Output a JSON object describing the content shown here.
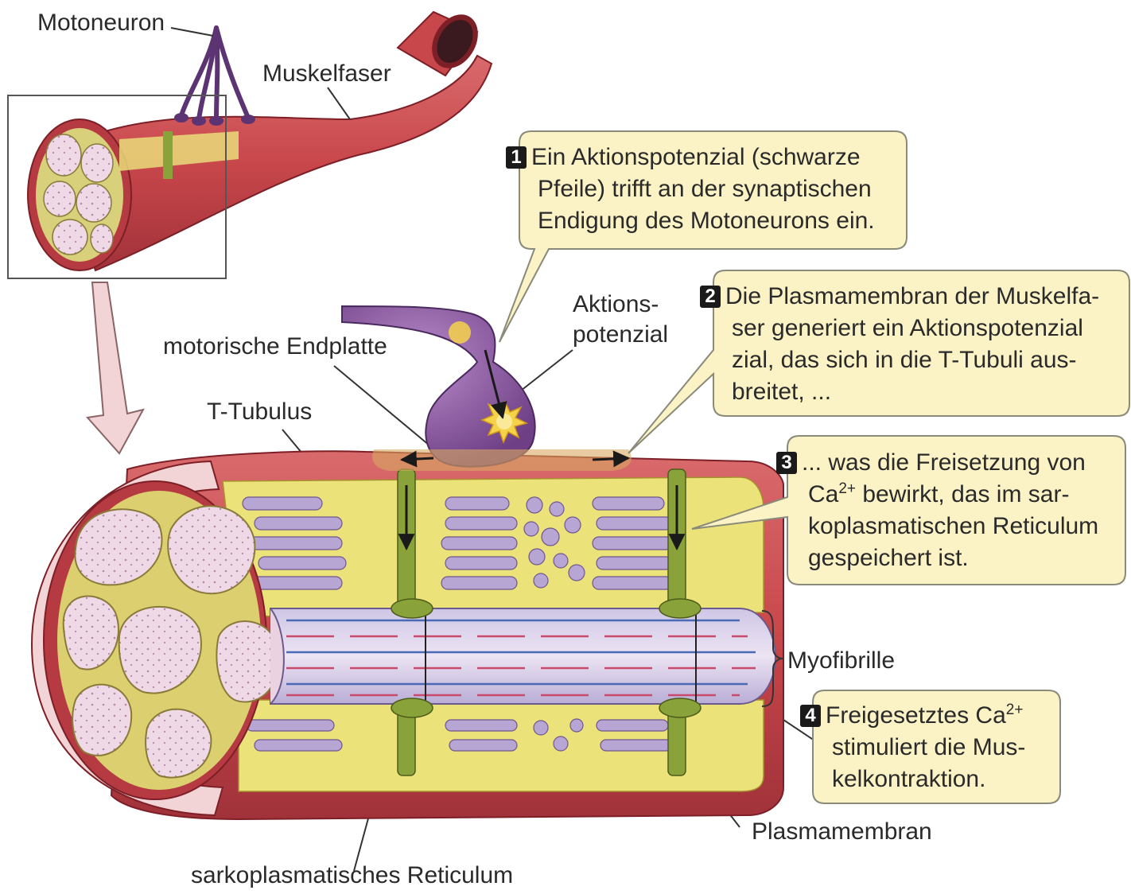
{
  "labels": {
    "motoneuron": "Motoneuron",
    "muskelfaser": "Muskelfaser",
    "motorische_endplatte": "motorische Endplatte",
    "t_tubulus": "T-Tubulus",
    "aktionspotenzial_line1": "Aktions-",
    "aktionspotenzial_line2": "potenzial",
    "myofibrille": "Myofibrille",
    "plasmamembran": "Plasmamembran",
    "sarkoplasmatisches_reticulum": "sarkoplasmatisches Reticulum"
  },
  "steps": [
    {
      "number": "1",
      "lines": [
        "Ein Aktionspotenzial (schwarze",
        "Pfeile) trifft an der synaptischen",
        "Endigung des Motoneurons ein."
      ]
    },
    {
      "number": "2",
      "lines": [
        "Die Plasmamembran der Muskelfa-",
        "ser generiert ein Aktionspotenzial",
        "zial, das sich in die T-Tubuli aus-",
        "breitet, ..."
      ]
    },
    {
      "number": "3",
      "lines": [
        "... was die Freisetzung von",
        "bewirkt, das im sar-",
        "koplasmatischen Reticulum",
        "gespeichert ist."
      ],
      "ion": "Ca",
      "charge": "2+"
    },
    {
      "number": "4",
      "lines": [
        "Freigesetztes",
        "stimuliert die Mus-",
        "kelkontraktion."
      ],
      "ion": "Ca",
      "charge": "2+"
    }
  ],
  "colors": {
    "callout_fill": "#fbf3c6",
    "callout_stroke": "#8a8a7a",
    "muscle_red": "#c8474b",
    "muscle_dark": "#9e2c33",
    "sarco_yellow": "#ece27a",
    "myofibril_pink": "#ead2e0",
    "tubule_green": "#8aa23a",
    "neuron_purple": "#7a4a8e"
  }
}
